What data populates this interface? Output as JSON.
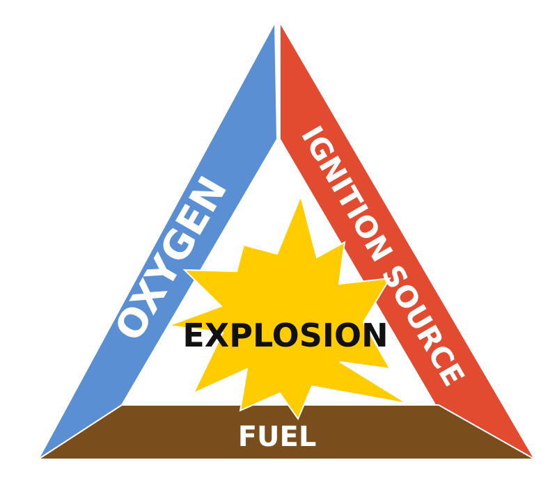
{
  "diagram": {
    "sides": {
      "oxygen": {
        "label": "OXYGEN",
        "color": "#5b8fd4"
      },
      "ignition": {
        "label": "IGNITION SOURCE",
        "color": "#e24b30"
      },
      "fuel": {
        "label": "FUEL",
        "color": "#7a4d1c"
      }
    },
    "center": {
      "label": "EXPLOSION",
      "burst_color": "#ffcc00"
    }
  }
}
